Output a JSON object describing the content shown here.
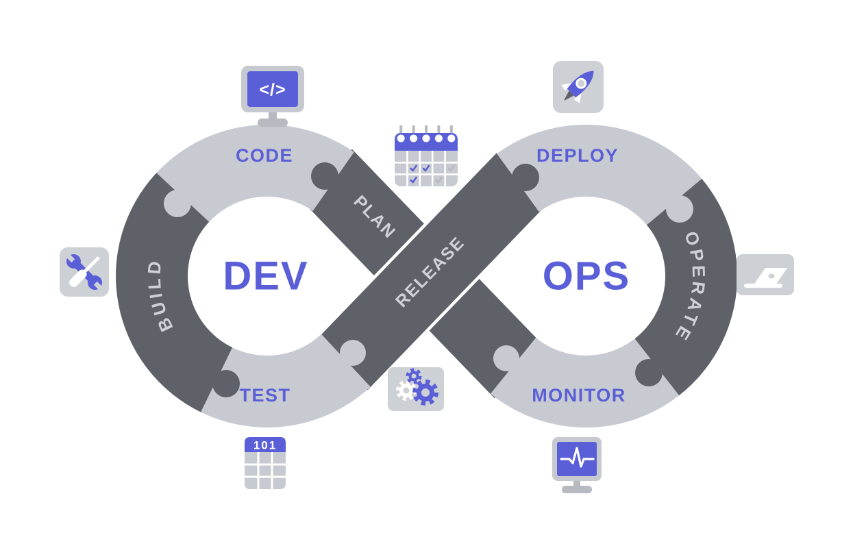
{
  "diagram": {
    "left_label": "DEV",
    "right_label": "OPS",
    "stages": {
      "plan": "PLAN",
      "code": "CODE",
      "build": "BUILD",
      "test": "TEST",
      "release": "RELEASE",
      "deploy": "DEPLOY",
      "operate": "OPERATE",
      "monitor": "MONITOR"
    },
    "icon_glyphs": {
      "code_screen": "</>",
      "table_header": "101"
    },
    "icons": [
      "code-editor-icon",
      "calendar-icon",
      "rocket-icon",
      "tools-icon",
      "laptop-icon",
      "gears-icon",
      "data-table-icon",
      "monitor-pulse-icon"
    ]
  },
  "colors": {
    "dark": "#5e6167",
    "light": "#c7cad0",
    "blue": "#5a5fd8",
    "on-dark-text": "#ced1d6",
    "icon-bg": "#cdd0d5",
    "icon-frame": "#c6c9cf",
    "icon-stand": "#b7bac0"
  }
}
